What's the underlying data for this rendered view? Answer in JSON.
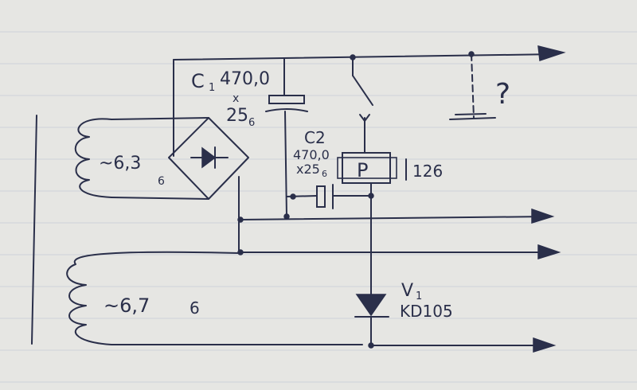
{
  "labels": {
    "c1_name": "C",
    "c1_sub": "1",
    "c1_value": "470,0",
    "c1_x": "x",
    "c1_voltage": "25",
    "c1_voltage_unit": "6",
    "c2_name": "C2",
    "c2_value": "470,0",
    "c2_voltage": "x25",
    "c2_voltage_unit": "6",
    "relay_letter": "P",
    "relay_voltage": "126",
    "winding1_voltage": "~6,3",
    "winding1_unit": "6",
    "winding2_voltage": "~6,7",
    "winding2_unit": "6",
    "diode_name": "V",
    "diode_sub": "1",
    "diode_part": "KD105",
    "question": "?"
  },
  "colors": {
    "ink": "#2a2f4a",
    "paper": "#e6e6e3",
    "grid": "#cfd3d8"
  }
}
